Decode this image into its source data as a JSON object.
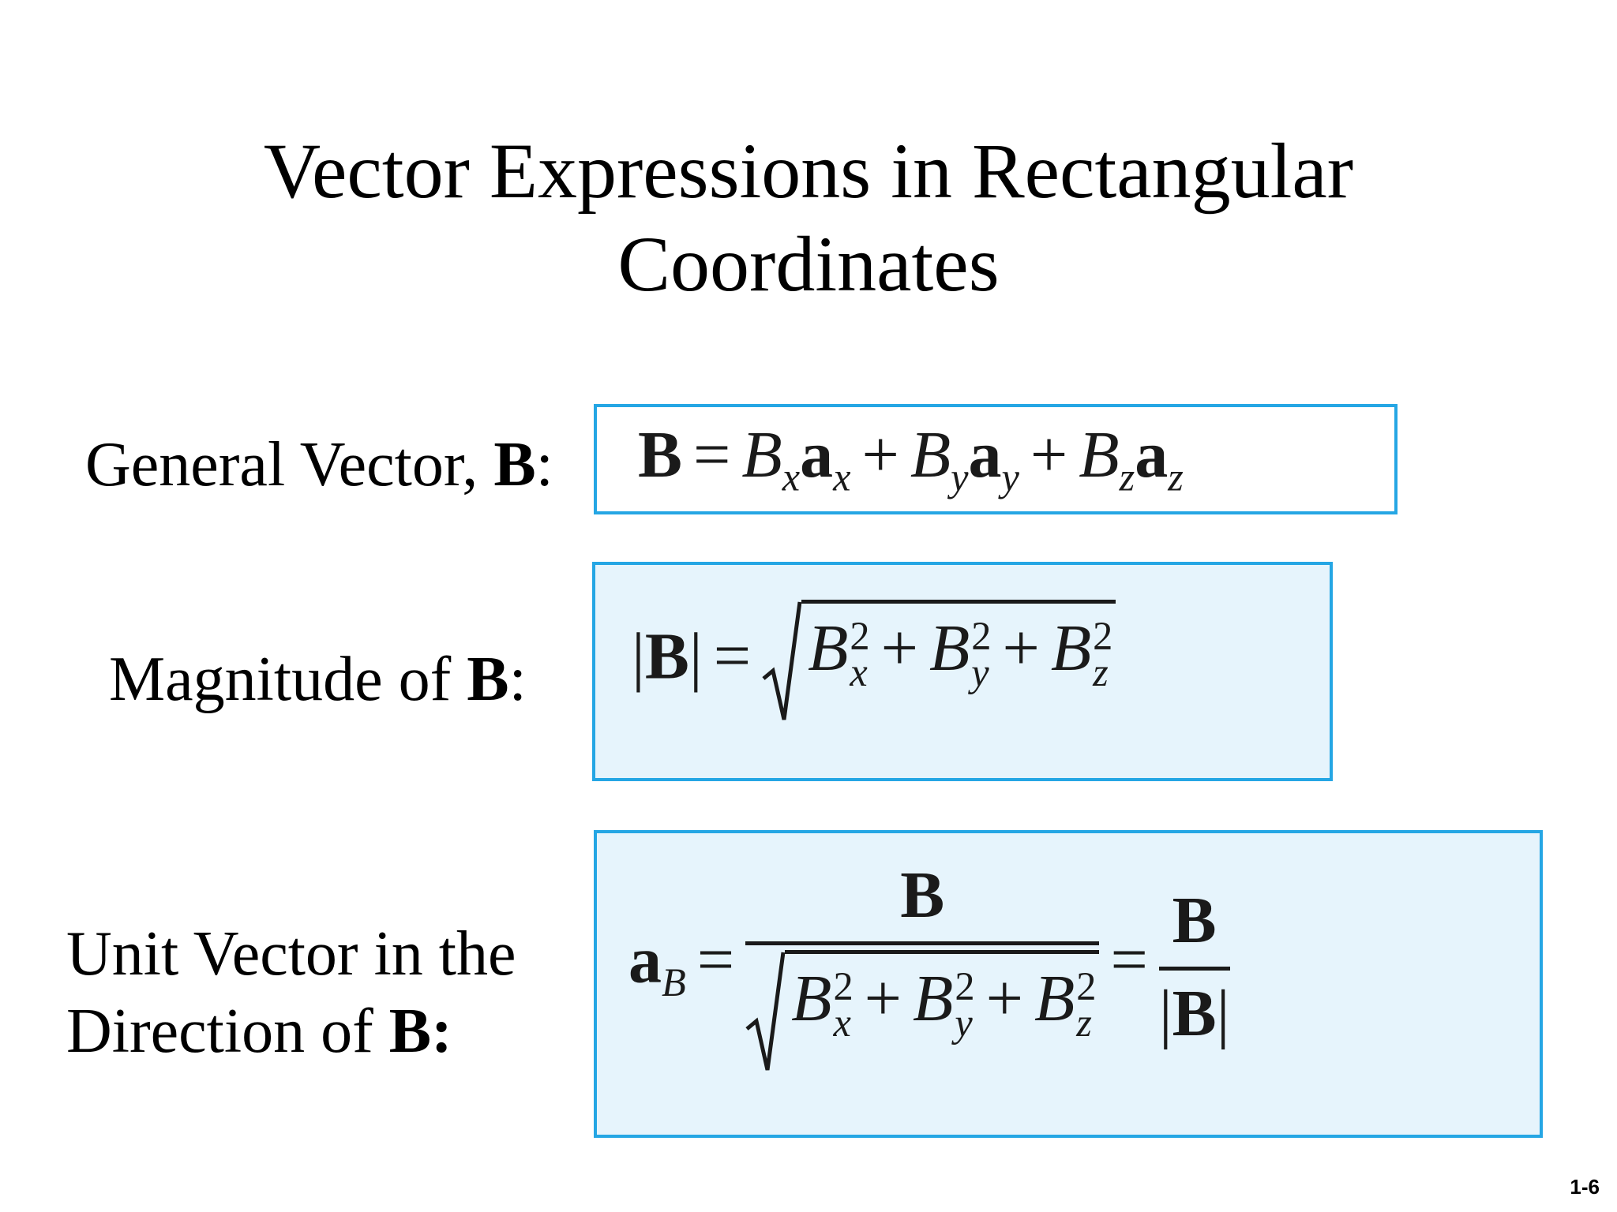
{
  "slide": {
    "title_line1": "Vector Expressions in Rectangular",
    "title_line2": "Coordinates",
    "page_number": "1-6"
  },
  "rows": {
    "general": {
      "label_text": "General Vector, ",
      "label_bold": "B",
      "label_suffix": ":"
    },
    "magnitude": {
      "label_text": "Magnitude of ",
      "label_bold": "B",
      "label_suffix": ":"
    },
    "unit": {
      "label_line1": "Unit Vector in the",
      "label_line2_text": "Direction of ",
      "label_line2_bold": "B:"
    }
  },
  "math": {
    "B": "B",
    "a": "a",
    "eq": "=",
    "plus": "+",
    "two": "2",
    "x": "x",
    "y": "y",
    "z": "z",
    "Bsub": "B",
    "abs_left": "|",
    "abs_right": "|"
  },
  "colors": {
    "box_border": "#25a6e4",
    "box_fill": "#e6f4fc"
  }
}
